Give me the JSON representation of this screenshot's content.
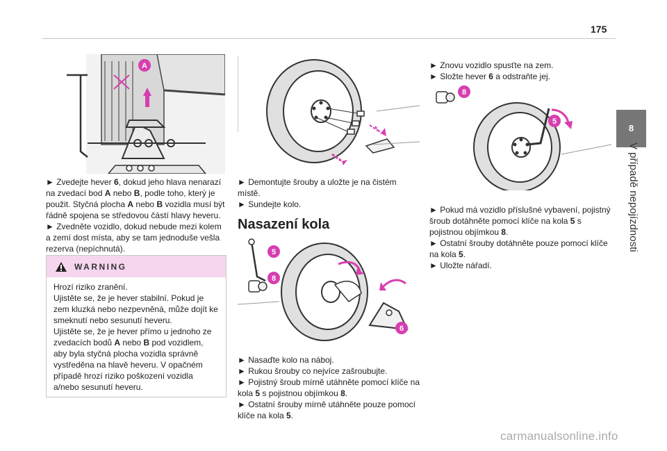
{
  "page": {
    "number": "175",
    "tab_number": "8",
    "side_title": "V případě nepojízdnosti"
  },
  "col1": {
    "figure_marker": "A",
    "p1": [
      "► ",
      "Zvedejte hever ",
      "6",
      ", dokud jeho hlava nenarazí na zvedací bod ",
      "A",
      " nebo ",
      "B",
      ", podle toho, který je použit. Styčná plocha ",
      "A",
      " nebo ",
      "B",
      " vozidla musí být řádně spojena se středovou částí hlavy heveru."
    ],
    "p2": [
      "► ",
      "Zvedněte vozidlo, dokud nebude mezi kolem a zemí dost místa, aby se tam jednoduše vešla rezerva (nepíchnutá)."
    ]
  },
  "warning": {
    "title": "WARNING",
    "l1": "Hrozí riziko zranění.",
    "l2": "Ujistěte se, že je hever stabilní. Pokud je zem kluzká nebo nezpevněná, může dojít ke smeknutí nebo sesunutí heveru.",
    "l3": [
      "Ujistěte se, že je hever přímo u jednoho ze zvedacích bodů ",
      "A",
      " nebo ",
      "B",
      " pod vozidlem, aby byla styčná plocha vozidla správně vystředěna na hlavě heveru. V opačném případě hrozí riziko poškození vozidla a/nebo sesunutí heveru."
    ]
  },
  "col2": {
    "p1": "► Demontujte šrouby a uložte je na čistém místě.",
    "p2": "► Sundejte kolo.",
    "heading": "Nasazení kola",
    "markers": [
      "5",
      "8",
      "6"
    ],
    "p3": "► Nasaďte kolo na náboj.",
    "p4": "► Rukou šrouby co nejvíce zašroubujte.",
    "p5": [
      "► Pojistný šroub mírně utáhněte pomocí klíče na kola ",
      "5",
      " s pojistnou objímkou ",
      "8",
      "."
    ],
    "p6": [
      "► Ostatní šrouby mírně utáhněte pouze pomocí klíče na kola ",
      "5",
      "."
    ]
  },
  "col3": {
    "p1": "► Znovu vozidlo spusťte na zem.",
    "p2": [
      "► Složte hever ",
      "6",
      " a odstraňte jej."
    ],
    "markers": [
      "8",
      "5"
    ],
    "p3": [
      "► Pokud má vozidlo příslušné vybavení, pojistný šroub dotáhněte pomocí klíče na kola ",
      "5",
      " s pojistnou objímkou ",
      "8",
      "."
    ],
    "p4": [
      "► Ostatní šrouby dotáhněte pouze pomocí klíče na kola ",
      "5",
      "."
    ],
    "p5": "► Uložte nářadí."
  },
  "watermark": "carmanualsonline.info",
  "colors": {
    "marker": "#d63fb0",
    "warning_bg": "#f6d6ee",
    "tab_bg": "#777777"
  }
}
